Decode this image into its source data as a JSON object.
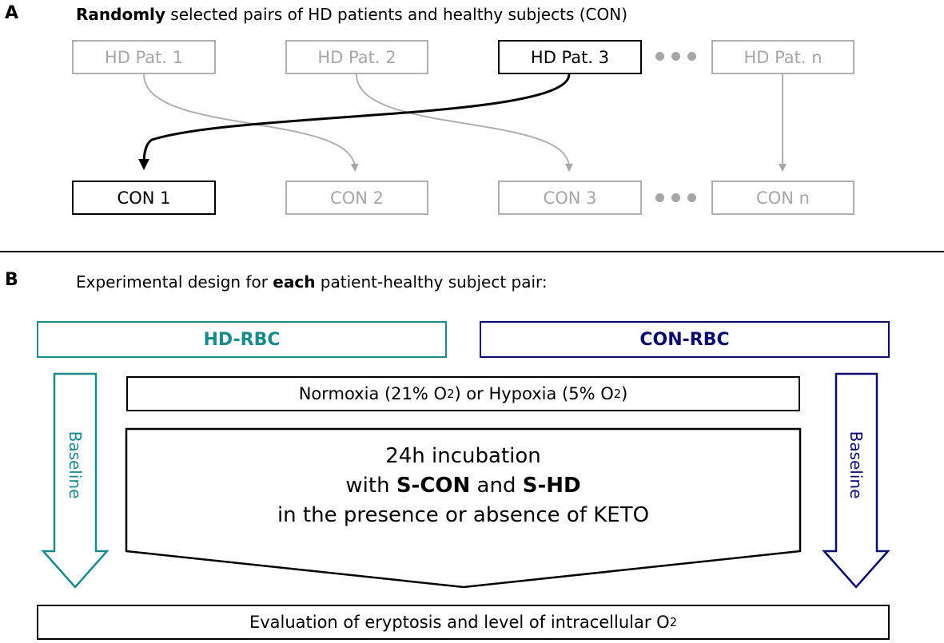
{
  "panel_a": {
    "letter": "A",
    "heading_bold": "Randomly",
    "heading_rest": " selected pairs of HD patients and healthy subjects (CON)",
    "patients": [
      "HD Pat. 1",
      "HD Pat. 2",
      "HD Pat. 3",
      "HD Pat. n"
    ],
    "controls": [
      "CON 1",
      "CON 2",
      "CON 3",
      "CON n"
    ],
    "highlighted_patient": "HD Pat. 3",
    "highlighted_control": "CON 1"
  },
  "panel_b": {
    "letter": "B",
    "heading_pre": "Experimental design for ",
    "heading_bold": "each",
    "heading_post": " patient-healthy subject pair:",
    "hd_rbc": "HD-RBC",
    "con_rbc": "CON-RBC",
    "baseline_left": "Baseline",
    "baseline_right": "Baseline",
    "oxygen": {
      "part1": "Normoxia (21% O",
      "sub1": "2",
      "part2": ") or Hypoxia (5% O",
      "sub2": "2",
      "part3": ")"
    },
    "incubation": {
      "line1": "24h incubation",
      "line2_pre": "with ",
      "line2_bold1": "S-CON",
      "line2_mid": " and ",
      "line2_bold2": "S-HD",
      "line3": "in the presence or absence of KETO"
    },
    "evaluation": {
      "text": "Evaluation of eryptosis and level of intracellular O",
      "sub": "2"
    }
  },
  "colors": {
    "hd_teal": "#1a8a8a",
    "con_navy": "#0b0b6e",
    "faded_gray": "#a6a6a6"
  }
}
